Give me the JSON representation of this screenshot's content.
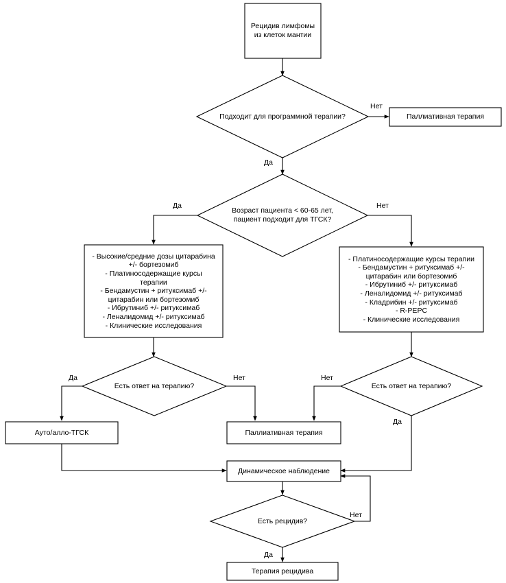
{
  "nodes": {
    "start": {
      "lines": [
        "Рецидив лимфомы",
        "из клеток мантии"
      ]
    },
    "d_program": {
      "lines": [
        "Подходит для программной терапии?"
      ]
    },
    "pal_top": {
      "lines": [
        "Паллиативная терапия"
      ]
    },
    "d_age": {
      "lines": [
        "Возраст пациента < 60-65 лет,",
        "пациент подходит для ТГСК?"
      ]
    },
    "left_therapy": {
      "lines": [
        "- Высокие/средние дозы цитарабина",
        "+/- бортезомиб",
        "- Платиносодержащие курсы",
        "терапии",
        "- Бендамустин + ритуксимаб +/-",
        "цитарабин или бортезомиб",
        "- Ибрутиниб +/- ритуксимаб",
        "- Леналидомид +/- ритуксимаб",
        "- Клинические исследования"
      ]
    },
    "right_therapy": {
      "lines": [
        "- Платиносодержащие курсы терапии",
        "- Бендамустин + ритуксимаб +/-",
        "цитарабин или бортезомиб",
        "- Ибрутиниб +/- ритуксимаб",
        "- Леналидомид +/- ритуксимаб",
        "- Кладрибин +/- ритуксимаб",
        "- R-PEPC",
        "- Клинические исследования"
      ]
    },
    "d_resp_left": {
      "lines": [
        "Есть ответ на терапию?"
      ]
    },
    "d_resp_right": {
      "lines": [
        "Есть ответ на терапию?"
      ]
    },
    "tgsk": {
      "lines": [
        "Ауто/алло-ТГСК"
      ]
    },
    "pal_mid": {
      "lines": [
        "Паллиативная терапия"
      ]
    },
    "observe": {
      "lines": [
        "Динамическое наблюдение"
      ]
    },
    "d_relapse": {
      "lines": [
        "Есть рецидив?"
      ]
    },
    "relapse_therapy": {
      "lines": [
        "Терапия рецидива"
      ]
    }
  },
  "labels": {
    "program_no": "Нет",
    "program_yes": "Да",
    "age_yes": "Да",
    "age_no": "Нет",
    "resp_left_yes": "Да",
    "resp_left_no": "Нет",
    "resp_right_no": "Нет",
    "resp_right_yes": "Да",
    "relapse_no": "Нет",
    "relapse_yes": "Да"
  }
}
